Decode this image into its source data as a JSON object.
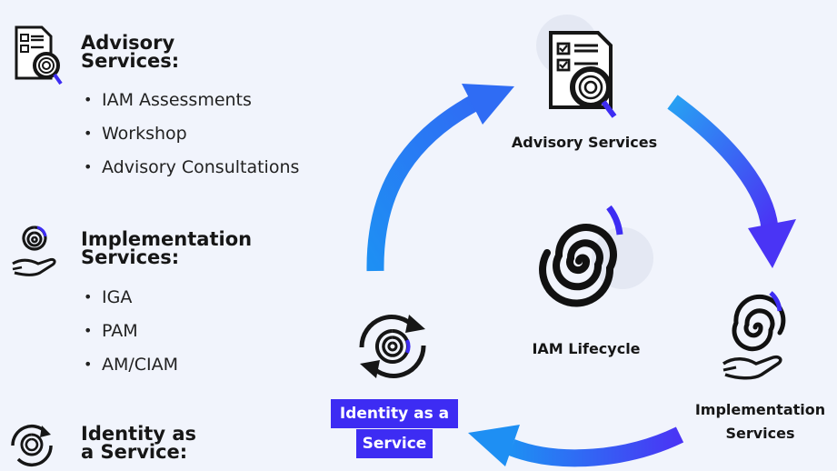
{
  "left_panel": {
    "advisory": {
      "title_line1": "Advisory",
      "title_line2": "Services:",
      "items": [
        "IAM Assessments",
        "Workshop",
        "Advisory Consultations"
      ]
    },
    "implementation": {
      "title_line1": "Implementation",
      "title_line2": "Services:",
      "items": [
        "IGA",
        "PAM",
        "AM/CIAM"
      ]
    },
    "identity": {
      "title_line1": "Identity as",
      "title_line2": "a Service:"
    }
  },
  "cycle": {
    "center_label": "IAM Lifecycle",
    "advisory_label": "Advisory Services",
    "implementation_label_line1": "Implementation",
    "implementation_label_line2": "Services",
    "identity_label_line1": "Identity as a",
    "identity_label_line2": "Service"
  },
  "colors": {
    "background": "#f1f4fc",
    "arrow_start": "#1e8ff3",
    "arrow_end": "#4a34f5",
    "highlight": "#3d2cf3"
  },
  "icons": [
    "checklist-magnifier-icon",
    "fingerprint-hand-icon",
    "fingerprint-refresh-icon",
    "fingerprint-icon"
  ]
}
